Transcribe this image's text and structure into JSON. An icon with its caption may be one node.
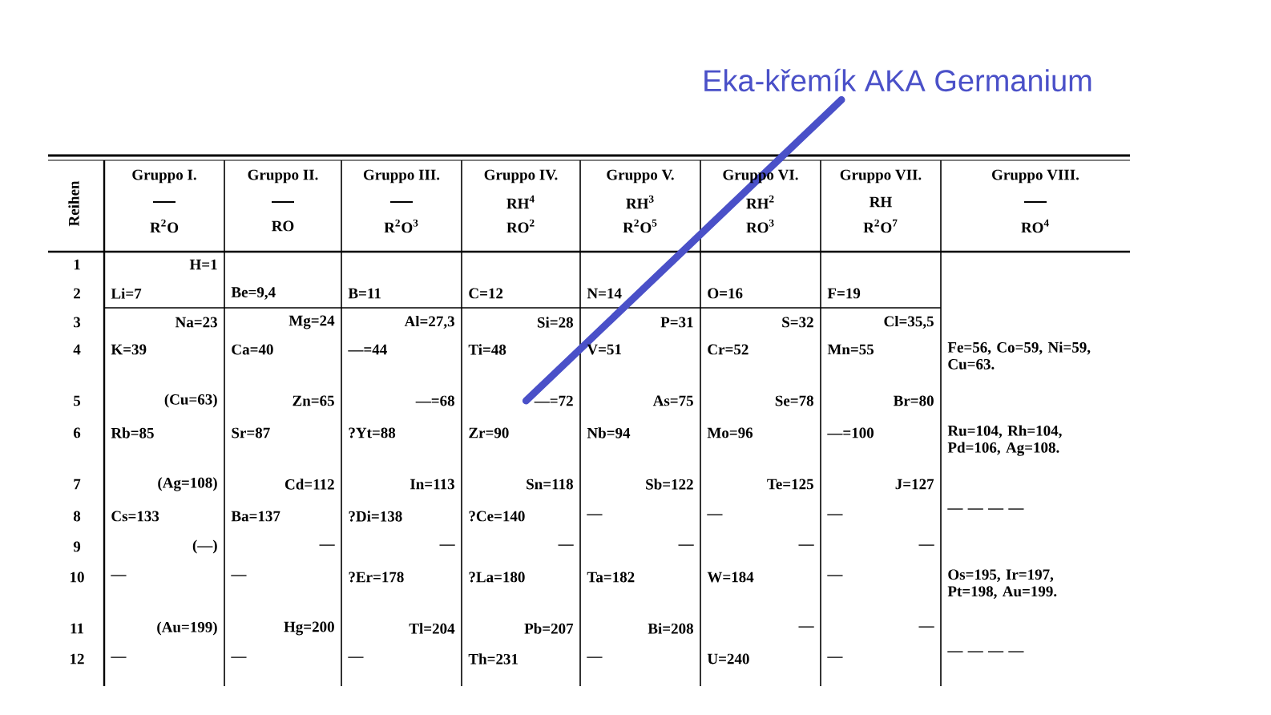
{
  "diagram": {
    "nodes": [
      {
        "text": [
          "Eka-křemík AKA Germanium"
        ]
      },
      {
        "text": [
          "—=72"
        ]
      }
    ],
    "edges": [
      {
        "from": 0,
        "to": 1,
        "arrow": "none",
        "color": "#4a50c8"
      }
    ],
    "labels": [
      "Reihen",
      "Gruppo I.",
      "R$^{2}$O",
      "Gruppo II.",
      "RO",
      "Gruppo III.",
      "R$^{2}$O$^{3}$",
      "Gruppo IV.",
      "RH$^{4}$",
      "RO$^{2}$",
      "Gruppo V.",
      "RH$^{3}$",
      "R$^{2}$O$^{5}$",
      "Gruppo VI.",
      "RH$^{2}$",
      "RO$^{3}$",
      "Gruppo VII.",
      "RH",
      "R$^{2}$O$^{7}$",
      "Gruppo VIII.",
      "RO$^{4}$",
      "1",
      "H=1",
      "2",
      "Li=7",
      "Be=9,4",
      "B=11",
      "C=12",
      "N=14",
      "O=16",
      "F=19",
      "3",
      "Na=23",
      "Mg=24",
      "Al=27,3",
      "Si=28",
      "P=31",
      "S=32",
      "Cl=35,5",
      "4",
      "K=39",
      "Ca=40",
      "—=44",
      "Ti=48",
      "V=51",
      "Cr=52",
      "Mn=55",
      "Fe=56, Co=59, Ni=59, Cu=63.",
      "5",
      "(Cu=63)",
      "Zn=65",
      "—=68",
      "As=75",
      "Se=78",
      "Br=80",
      "6",
      "Rb=85",
      "Sr=87",
      "?Yt=88",
      "Zr=90",
      "Nb=94",
      "Mo=96",
      "—=100",
      "Ru=104, Rh=104, Pd=106, Ag=108.",
      "7",
      "(Ag=108)",
      "Cd=112",
      "In=113",
      "Sn=118",
      "Sb=122",
      "Te=125",
      "J=127",
      "8",
      "Cs=133",
      "Ba=137",
      "?Di=138",
      "?Ce=140",
      "—",
      "—",
      "—",
      "— — — —",
      "9",
      "(—)",
      "—",
      "—",
      "—",
      "—",
      "—",
      "—",
      "10",
      "—",
      "—",
      "?Er=178",
      "?La=180",
      "Ta=182",
      "W=184",
      "—",
      "Os=195, Ir=197, Pt=198, Au=199.",
      "11",
      "(Au=199)",
      "Hg=200",
      "Tl=204",
      "Pb=207",
      "Bi=208",
      "—",
      "—",
      "12",
      "—",
      "—",
      "—",
      "Th=231",
      "—",
      "U=240",
      "—",
      "— — — —"
    ]
  }
}
